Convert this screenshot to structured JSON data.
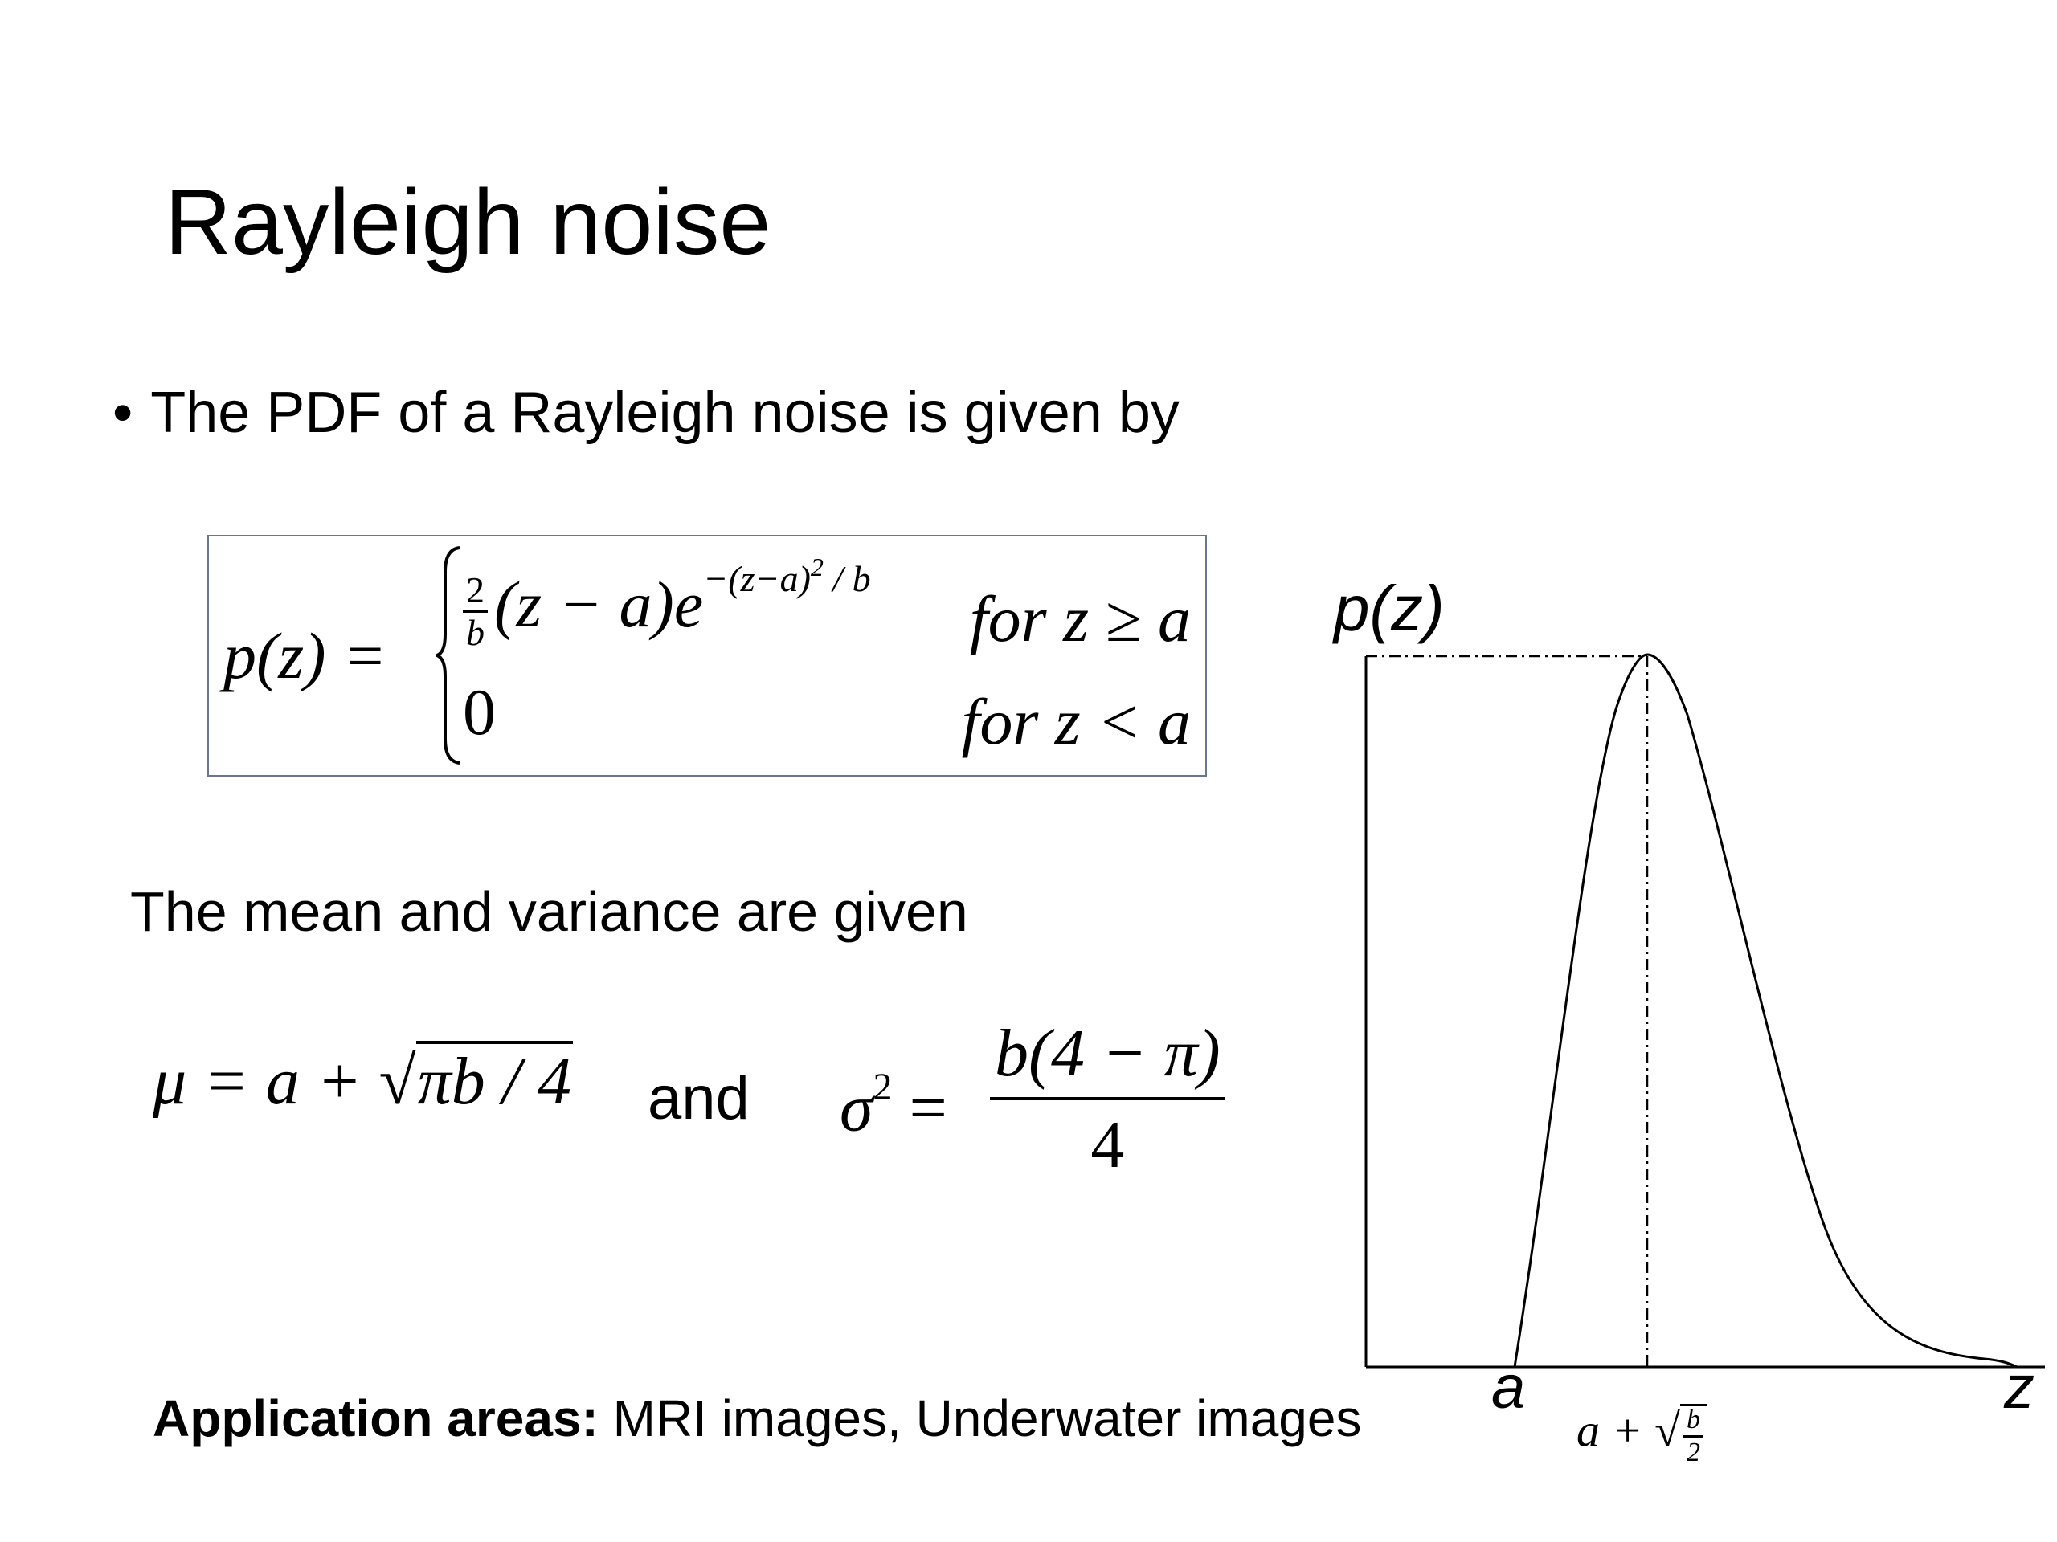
{
  "slide": {
    "title": "Rayleigh noise",
    "bullet_symbol": "•",
    "bullet_text": "The PDF of a Rayleigh noise is given by",
    "mean_intro": "The mean and variance are given",
    "and_word": "and",
    "application_label": "Application areas:",
    "application_text": " MRI images, Underwater images"
  },
  "pdf_formula": {
    "lhs": "p(z) =",
    "frac_num": "2",
    "frac_den": "b",
    "case1_expr": "(z − a)e",
    "case1_exponent": "−(z−a)",
    "case1_exponent_sq": "2",
    "case1_exponent_tail": " / b",
    "case1_condition": "for z ≥ a",
    "case2_expr": "0",
    "case2_condition": "for z < a"
  },
  "mean_formula": {
    "lhs": "μ = a + ",
    "radical": "√",
    "radicand": "πb / 4"
  },
  "variance_formula": {
    "lhs": "σ",
    "sq": "2",
    "eq": " = ",
    "numerator": "b(4 − π)",
    "denominator": "4"
  },
  "graph": {
    "y_label": "p(z)",
    "x_label": "z",
    "a_label": "a",
    "peak_label_prefix": "a + ",
    "peak_label_radical": "√",
    "peak_frac_num": "b",
    "peak_frac_den": "2"
  }
}
